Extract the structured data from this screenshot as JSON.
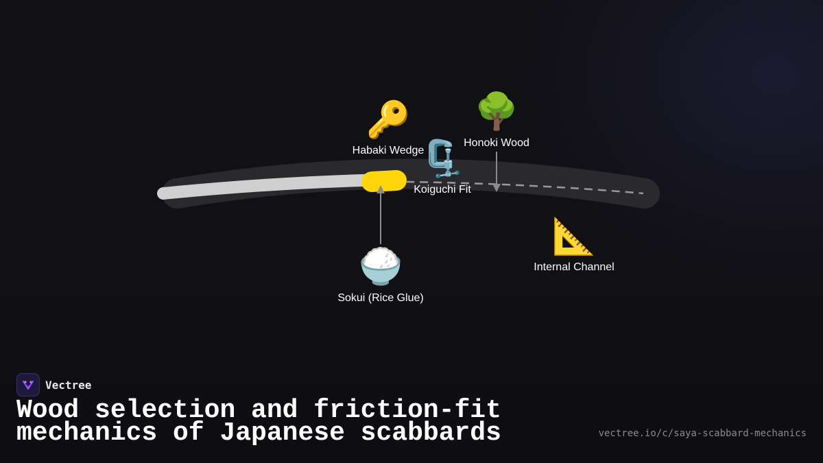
{
  "diagram": {
    "nodes": [
      {
        "id": "habaki",
        "label": "Habaki Wedge",
        "icon": "key-icon",
        "emoji": "🔑"
      },
      {
        "id": "honoki",
        "label": "Honoki Wood",
        "icon": "deciduous-tree-icon",
        "emoji": "🌳"
      },
      {
        "id": "koiguchi",
        "label": "Koiguchi Fit",
        "icon": "clamp-icon",
        "emoji": "🗜️"
      },
      {
        "id": "sokui",
        "label": "Sokui (Rice Glue)",
        "icon": "rice-bowl-icon",
        "emoji": "🍚"
      },
      {
        "id": "channel",
        "label": "Internal Channel",
        "icon": "triangular-ruler-icon",
        "emoji": "📐"
      }
    ],
    "colors": {
      "track": "#2a2a2e",
      "blade": "#cfcfcf",
      "habaki_highlight": "#ffd60a",
      "dashed_path": "#9a9a9a",
      "arrow": "#8c8c8c"
    }
  },
  "footer": {
    "brand_name": "Vectree",
    "brand_icon": "vectree-logo-icon",
    "title": "Wood selection and friction-fit mechanics of Japanese scabbards",
    "url": "vectree.io/c/saya-scabbard-mechanics"
  }
}
